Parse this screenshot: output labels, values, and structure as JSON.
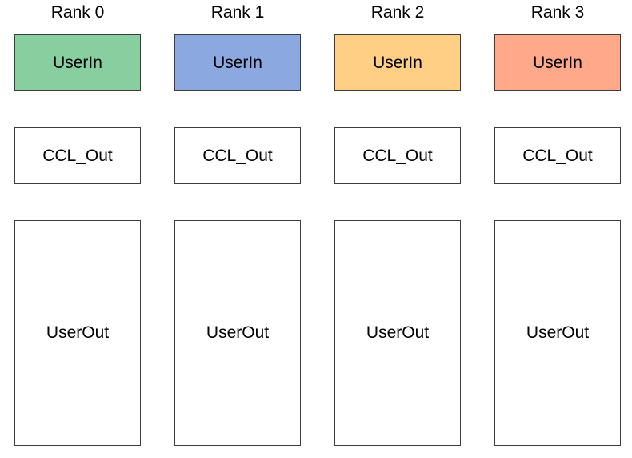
{
  "ranks": [
    {
      "label": "Rank 0",
      "userin": "UserIn",
      "ccl_out": "CCL_Out",
      "userout": "UserOut",
      "color": "#88CFA0"
    },
    {
      "label": "Rank 1",
      "userin": "UserIn",
      "ccl_out": "CCL_Out",
      "userout": "UserOut",
      "color": "#8BA8E0"
    },
    {
      "label": "Rank 2",
      "userin": "UserIn",
      "ccl_out": "CCL_Out",
      "userout": "UserOut",
      "color": "#FFCF86"
    },
    {
      "label": "Rank 3",
      "userin": "UserIn",
      "ccl_out": "CCL_Out",
      "userout": "UserOut",
      "color": "#FFA98A"
    }
  ]
}
